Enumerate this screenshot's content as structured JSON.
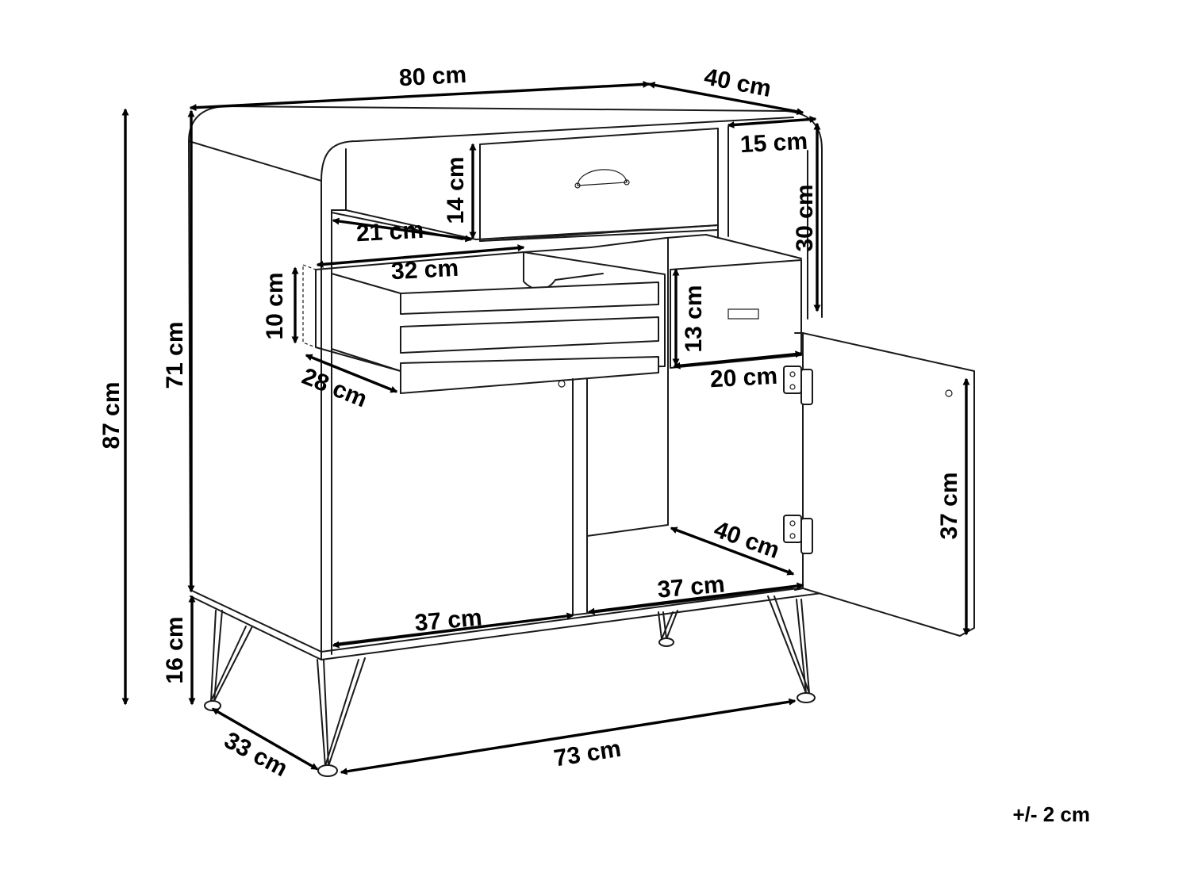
{
  "dimensions": {
    "top_width": "80 cm",
    "top_depth": "40 cm",
    "shelf_depth": "15 cm",
    "shelf_height": "30 cm",
    "drawer_front_height": "14 cm",
    "shelf_inner_width": "21 cm",
    "drawer_width": "32 cm",
    "drawer_height": "10 cm",
    "drawer_depth": "28 cm",
    "small_drawer_height": "13 cm",
    "small_drawer_width": "20 cm",
    "total_height": "87 cm",
    "body_height": "71 cm",
    "leg_height": "16 cm",
    "cabinet_inner_depth": "40 cm",
    "cabinet_left_width": "37 cm",
    "cabinet_right_width": "37 cm",
    "door_height": "37 cm",
    "leg_depth": "33 cm",
    "leg_width": "73 cm"
  },
  "tolerance": "+/- 2 cm"
}
